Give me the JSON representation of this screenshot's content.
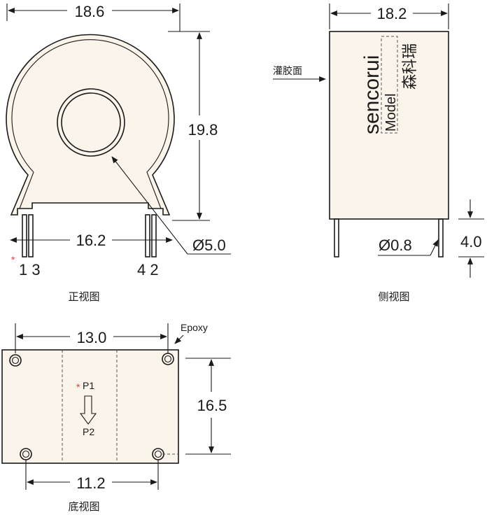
{
  "front_view": {
    "dim_width": "18.6",
    "dim_height": "19.8",
    "dim_pin_span": "16.2",
    "dim_hole": "Ø5.0",
    "pin_mark": "*",
    "pins_left": "1 3",
    "pins_right": "4 2",
    "caption": "正视图"
  },
  "side_view": {
    "dim_width": "18.2",
    "potting_label": "灌胶面",
    "brand": "sencorui",
    "model_label": "Model",
    "brand_cn": "森科瑞",
    "dim_pin_dia": "Ø0.8",
    "dim_pin_len": "4.0",
    "caption": "侧视图"
  },
  "bottom_view": {
    "dim_width": "13.0",
    "epoxy_label": "Epoxy",
    "dim_height": "16.5",
    "dim_pin_span": "11.2",
    "p1_mark": "*",
    "p1_label": "P1",
    "p2_label": "P2",
    "caption": "底视图"
  },
  "colors": {
    "body": "#fbf4ea",
    "line": "#1a1a1a",
    "mark": "#e23b3b"
  }
}
